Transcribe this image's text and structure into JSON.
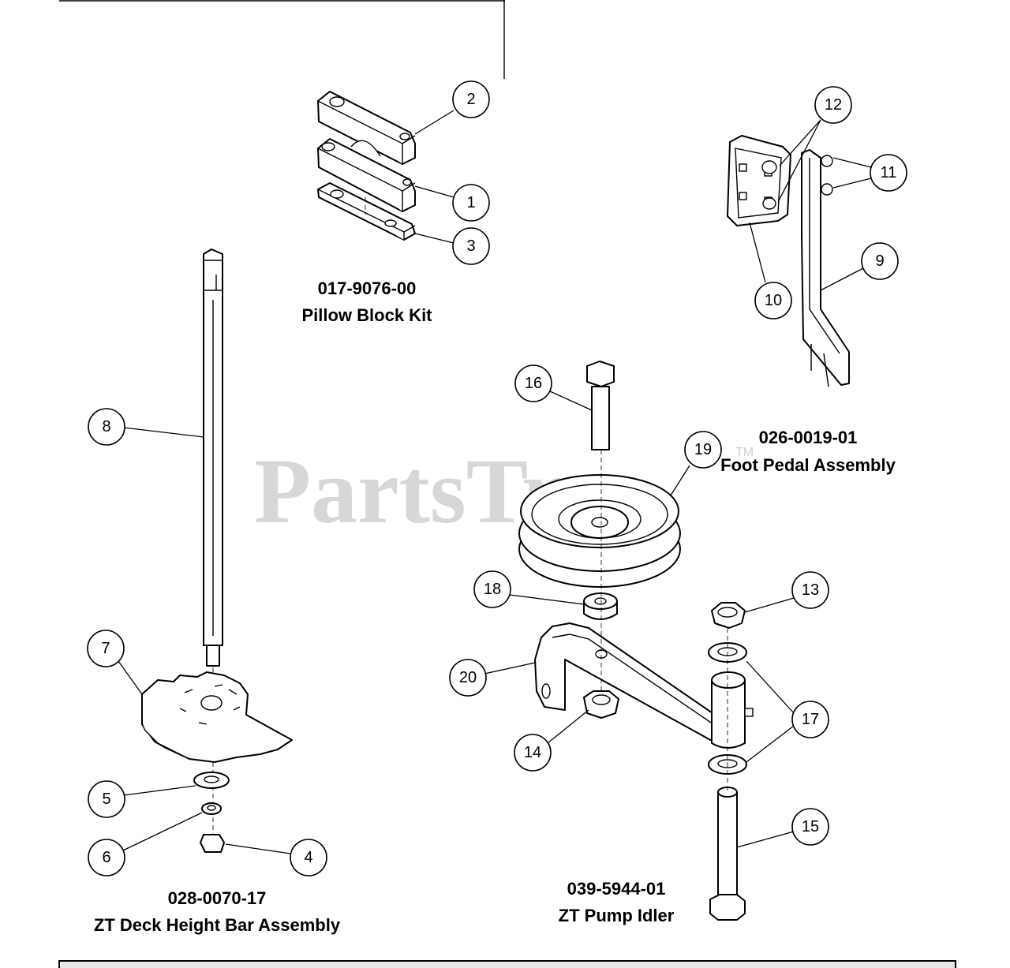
{
  "watermark": {
    "text": "PartsTree",
    "tm": "TM"
  },
  "assemblies": {
    "pillow_block": {
      "part_no": "017-9076-00",
      "name": "Pillow Block Kit"
    },
    "foot_pedal": {
      "part_no": "026-0019-01",
      "name": "Foot Pedal Assembly"
    },
    "deck_height_bar": {
      "part_no": "028-0070-17",
      "name": "ZT Deck Height Bar Assembly"
    },
    "pump_idler": {
      "part_no": "039-5944-01",
      "name": "ZT Pump Idler"
    }
  },
  "callouts": {
    "c1": "1",
    "c2": "2",
    "c3": "3",
    "c4": "4",
    "c5": "5",
    "c6": "6",
    "c7": "7",
    "c8": "8",
    "c9": "9",
    "c10": "10",
    "c11": "11",
    "c12": "12",
    "c13": "13",
    "c14": "14",
    "c15": "15",
    "c16": "16",
    "c17": "17",
    "c18": "18",
    "c19": "19",
    "c20": "20"
  }
}
